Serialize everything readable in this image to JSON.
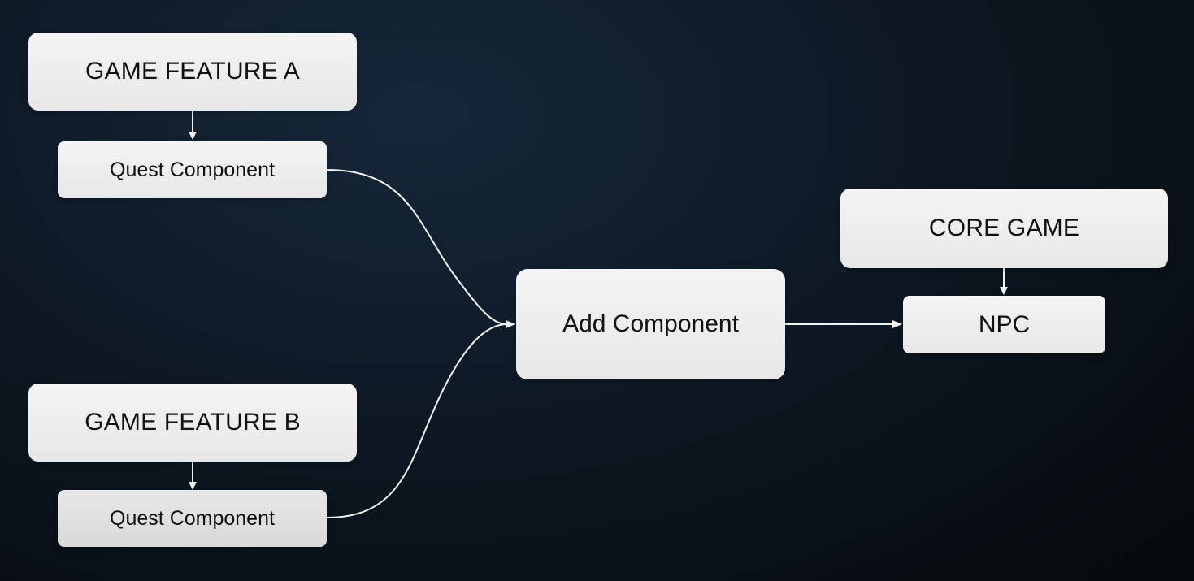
{
  "diagram": {
    "nodes": {
      "game_feature_a": "GAME FEATURE A",
      "quest_component_a": "Quest Component",
      "game_feature_b": "GAME FEATURE B",
      "quest_component_b": "Quest Component",
      "add_component": "Add Component",
      "core_game": "CORE GAME",
      "npc": "NPC"
    },
    "colors": {
      "background": "#0b141d",
      "box": "#ececec",
      "line": "#f2f2f2",
      "text": "#111111"
    }
  }
}
